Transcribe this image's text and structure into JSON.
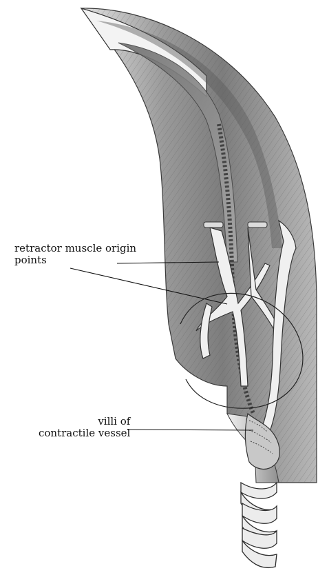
{
  "labels": {
    "retractor": {
      "line1": "retractor muscle origin",
      "line2": "points"
    },
    "villi": {
      "line1": "villi of",
      "line2": "contractile vessel"
    }
  }
}
